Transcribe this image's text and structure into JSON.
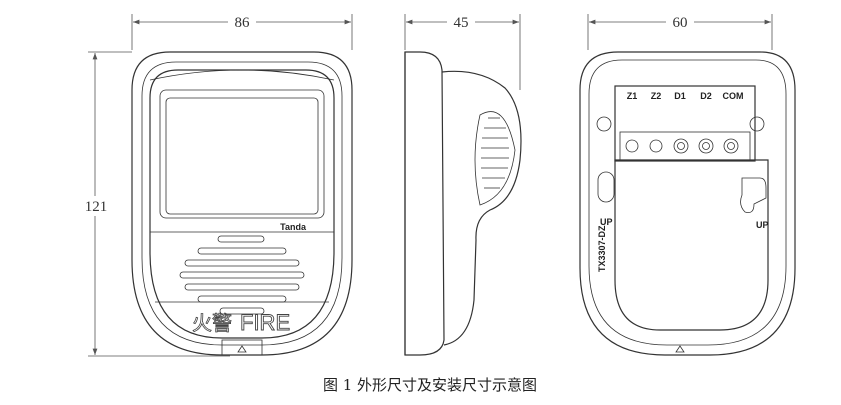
{
  "dimensions": {
    "width_front": "86",
    "depth_side": "45",
    "width_back": "60",
    "height": "121"
  },
  "front": {
    "brand": "Tanda",
    "fire_cn": "火警",
    "fire_en": "FIRE"
  },
  "back": {
    "terminals": [
      "Z1",
      "Z2",
      "D1",
      "D2",
      "COM"
    ],
    "up_label": "UP",
    "model": "TX3307-DZ"
  },
  "caption": "图 1   外形尺寸及安装尺寸示意图"
}
